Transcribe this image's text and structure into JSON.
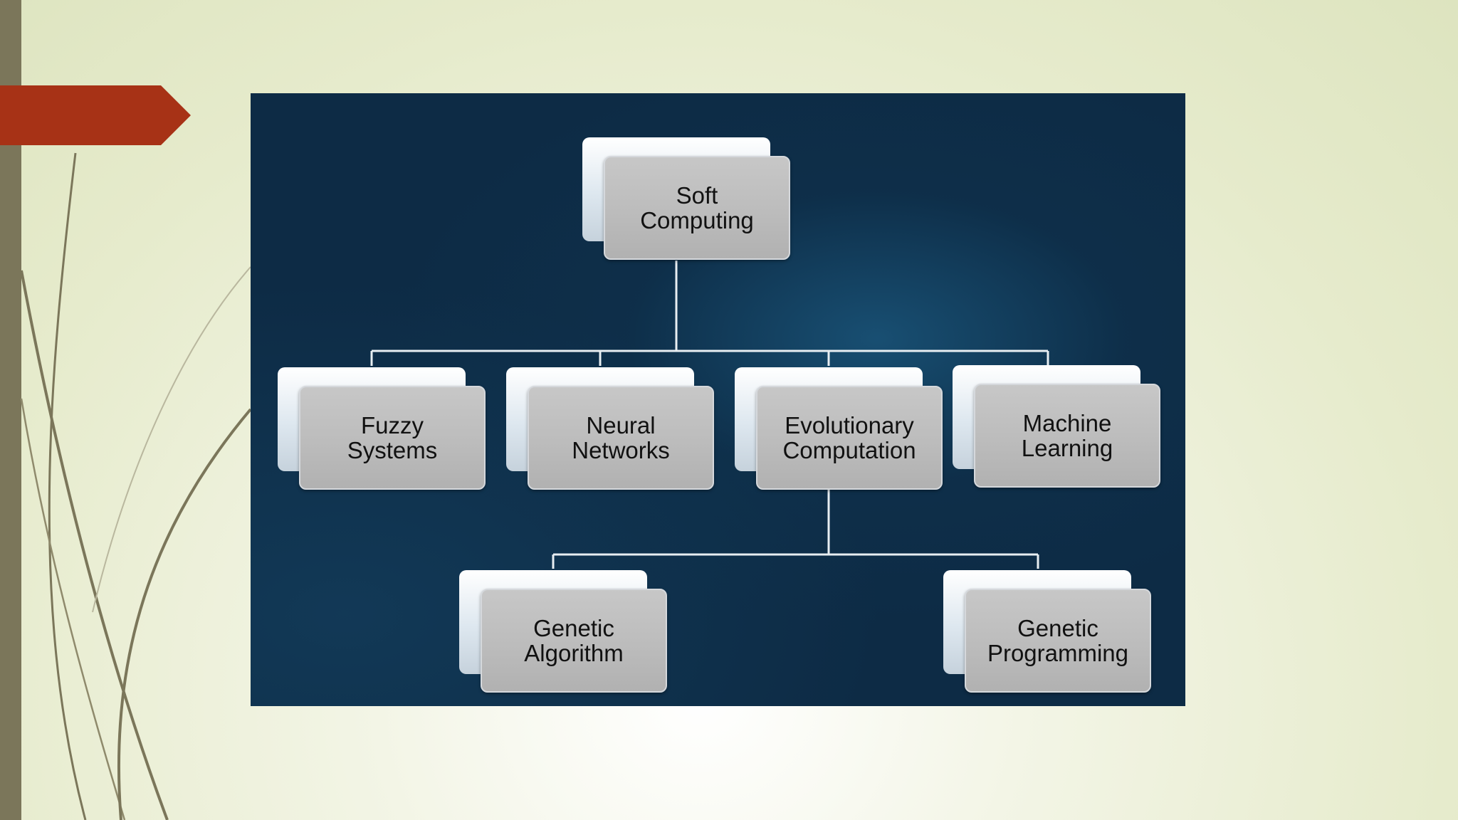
{
  "slide": {
    "accent_color": "#a73216",
    "bar_color": "#7b765a",
    "panel_color": "#0d2b45"
  },
  "diagram": {
    "root": {
      "line1": "Soft",
      "line2": "Computing"
    },
    "children": [
      {
        "line1": "Fuzzy",
        "line2": "Systems"
      },
      {
        "line1": "Neural",
        "line2": "Networks"
      },
      {
        "line1": "Evolutionary",
        "line2": "Computation"
      },
      {
        "line1": "Machine",
        "line2": "Learning"
      }
    ],
    "grandchildren": [
      {
        "line1": "Genetic",
        "line2": "Algorithm"
      },
      {
        "line1": "Genetic",
        "line2": "Programming"
      }
    ]
  }
}
